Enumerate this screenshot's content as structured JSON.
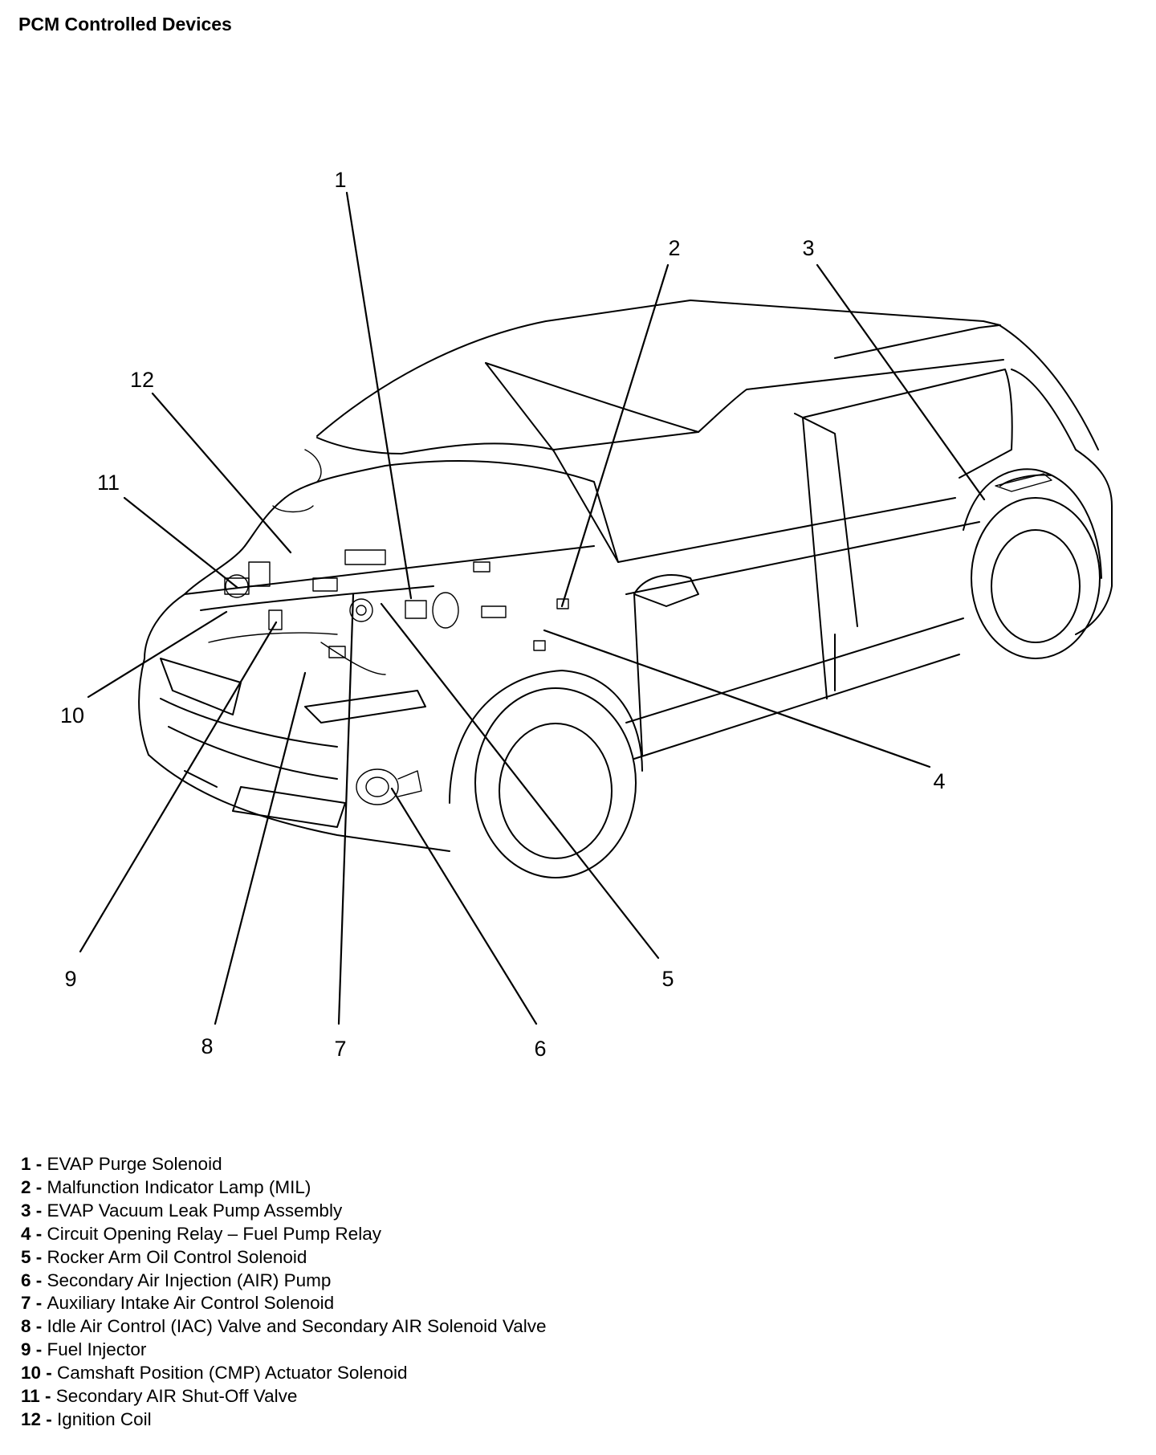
{
  "title": "PCM Controlled Devices",
  "callouts": [
    "1",
    "2",
    "3",
    "4",
    "5",
    "6",
    "7",
    "8",
    "9",
    "10",
    "11",
    "12"
  ],
  "legend": [
    {
      "num": "1",
      "text": "EVAP Purge Solenoid"
    },
    {
      "num": "2",
      "text": "Malfunction Indicator Lamp (MIL)"
    },
    {
      "num": "3",
      "text": "EVAP Vacuum Leak Pump Assembly"
    },
    {
      "num": "4",
      "text": "Circuit Opening Relay – Fuel Pump Relay"
    },
    {
      "num": "5",
      "text": "Rocker Arm Oil Control Solenoid"
    },
    {
      "num": "6",
      "text": "Secondary Air Injection (AIR) Pump"
    },
    {
      "num": "7",
      "text": "Auxiliary Intake Air Control Solenoid"
    },
    {
      "num": "8",
      "text": "Idle Air Control (IAC) Valve and Secondary AIR Solenoid Valve"
    },
    {
      "num": "9",
      "text": "Fuel Injector"
    },
    {
      "num": "10",
      "text": "Camshaft Position (CMP) Actuator Solenoid"
    },
    {
      "num": "11",
      "text": "Secondary AIR Shut-Off Valve"
    },
    {
      "num": "12",
      "text": "Ignition Coil"
    }
  ]
}
